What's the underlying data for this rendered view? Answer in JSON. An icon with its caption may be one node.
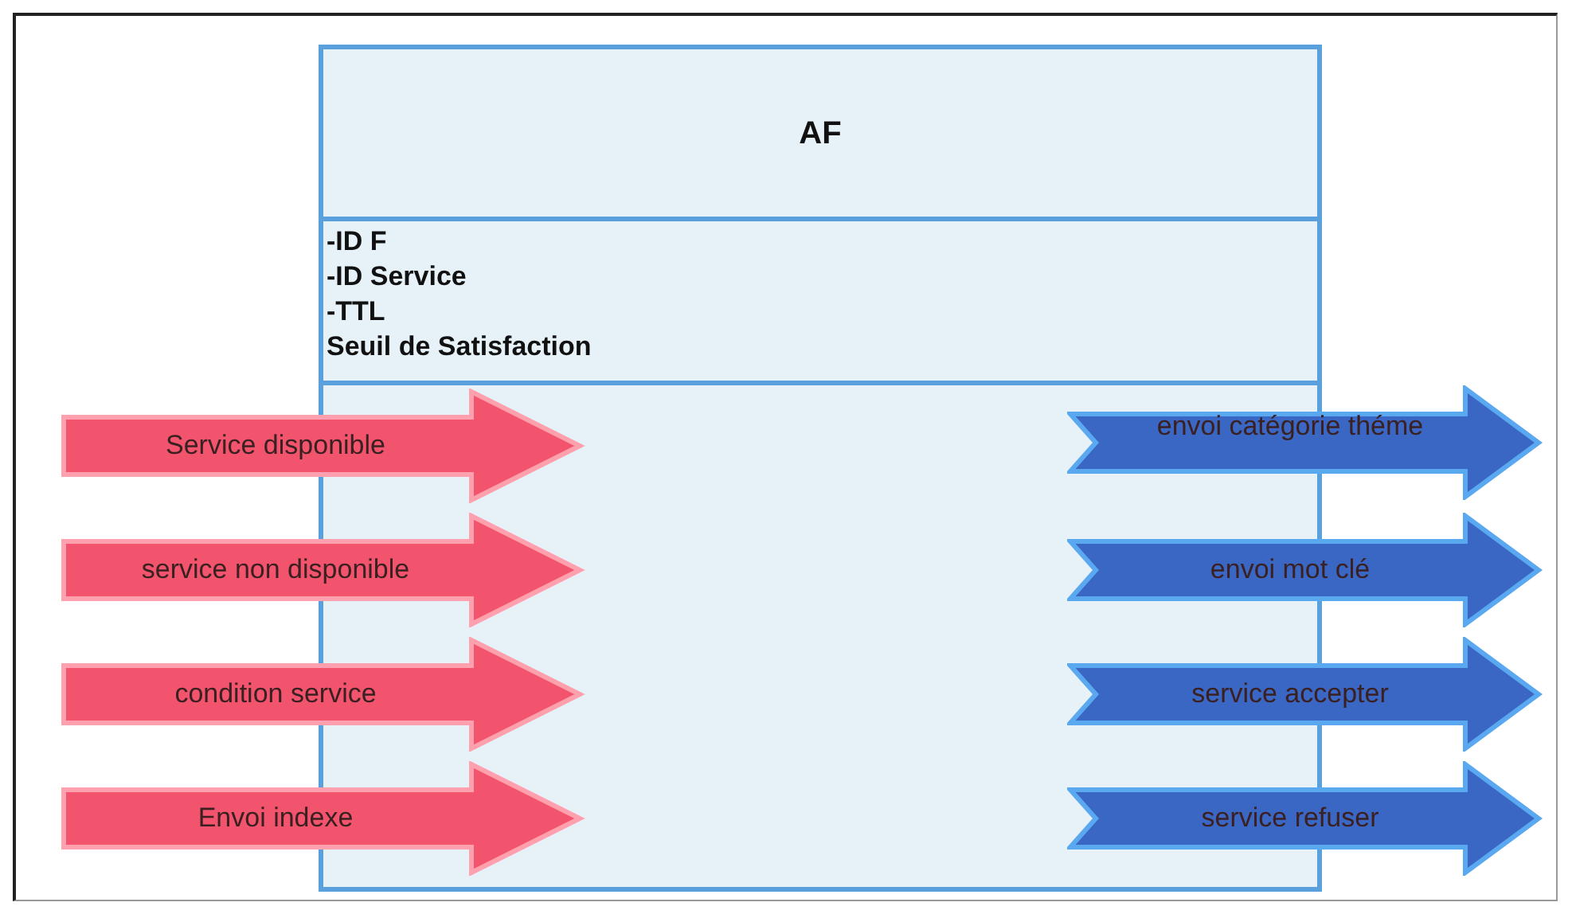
{
  "diagram": {
    "nodes": [
      {
        "text": [
          "AF",
          "-ID F",
          "-ID Service",
          "-TTL",
          "Seuil de Satisfaction"
        ]
      },
      {
        "text": [
          "Service disponible"
        ]
      },
      {
        "text": [
          "service non disponible"
        ]
      },
      {
        "text": [
          "condition service"
        ]
      },
      {
        "text": [
          "Envoi indexe"
        ]
      },
      {
        "text": [
          "envoi catégorie théme"
        ]
      },
      {
        "text": [
          "envoi mot clé"
        ]
      },
      {
        "text": [
          "service accepter"
        ]
      },
      {
        "text": [
          "service refuser"
        ]
      }
    ]
  }
}
